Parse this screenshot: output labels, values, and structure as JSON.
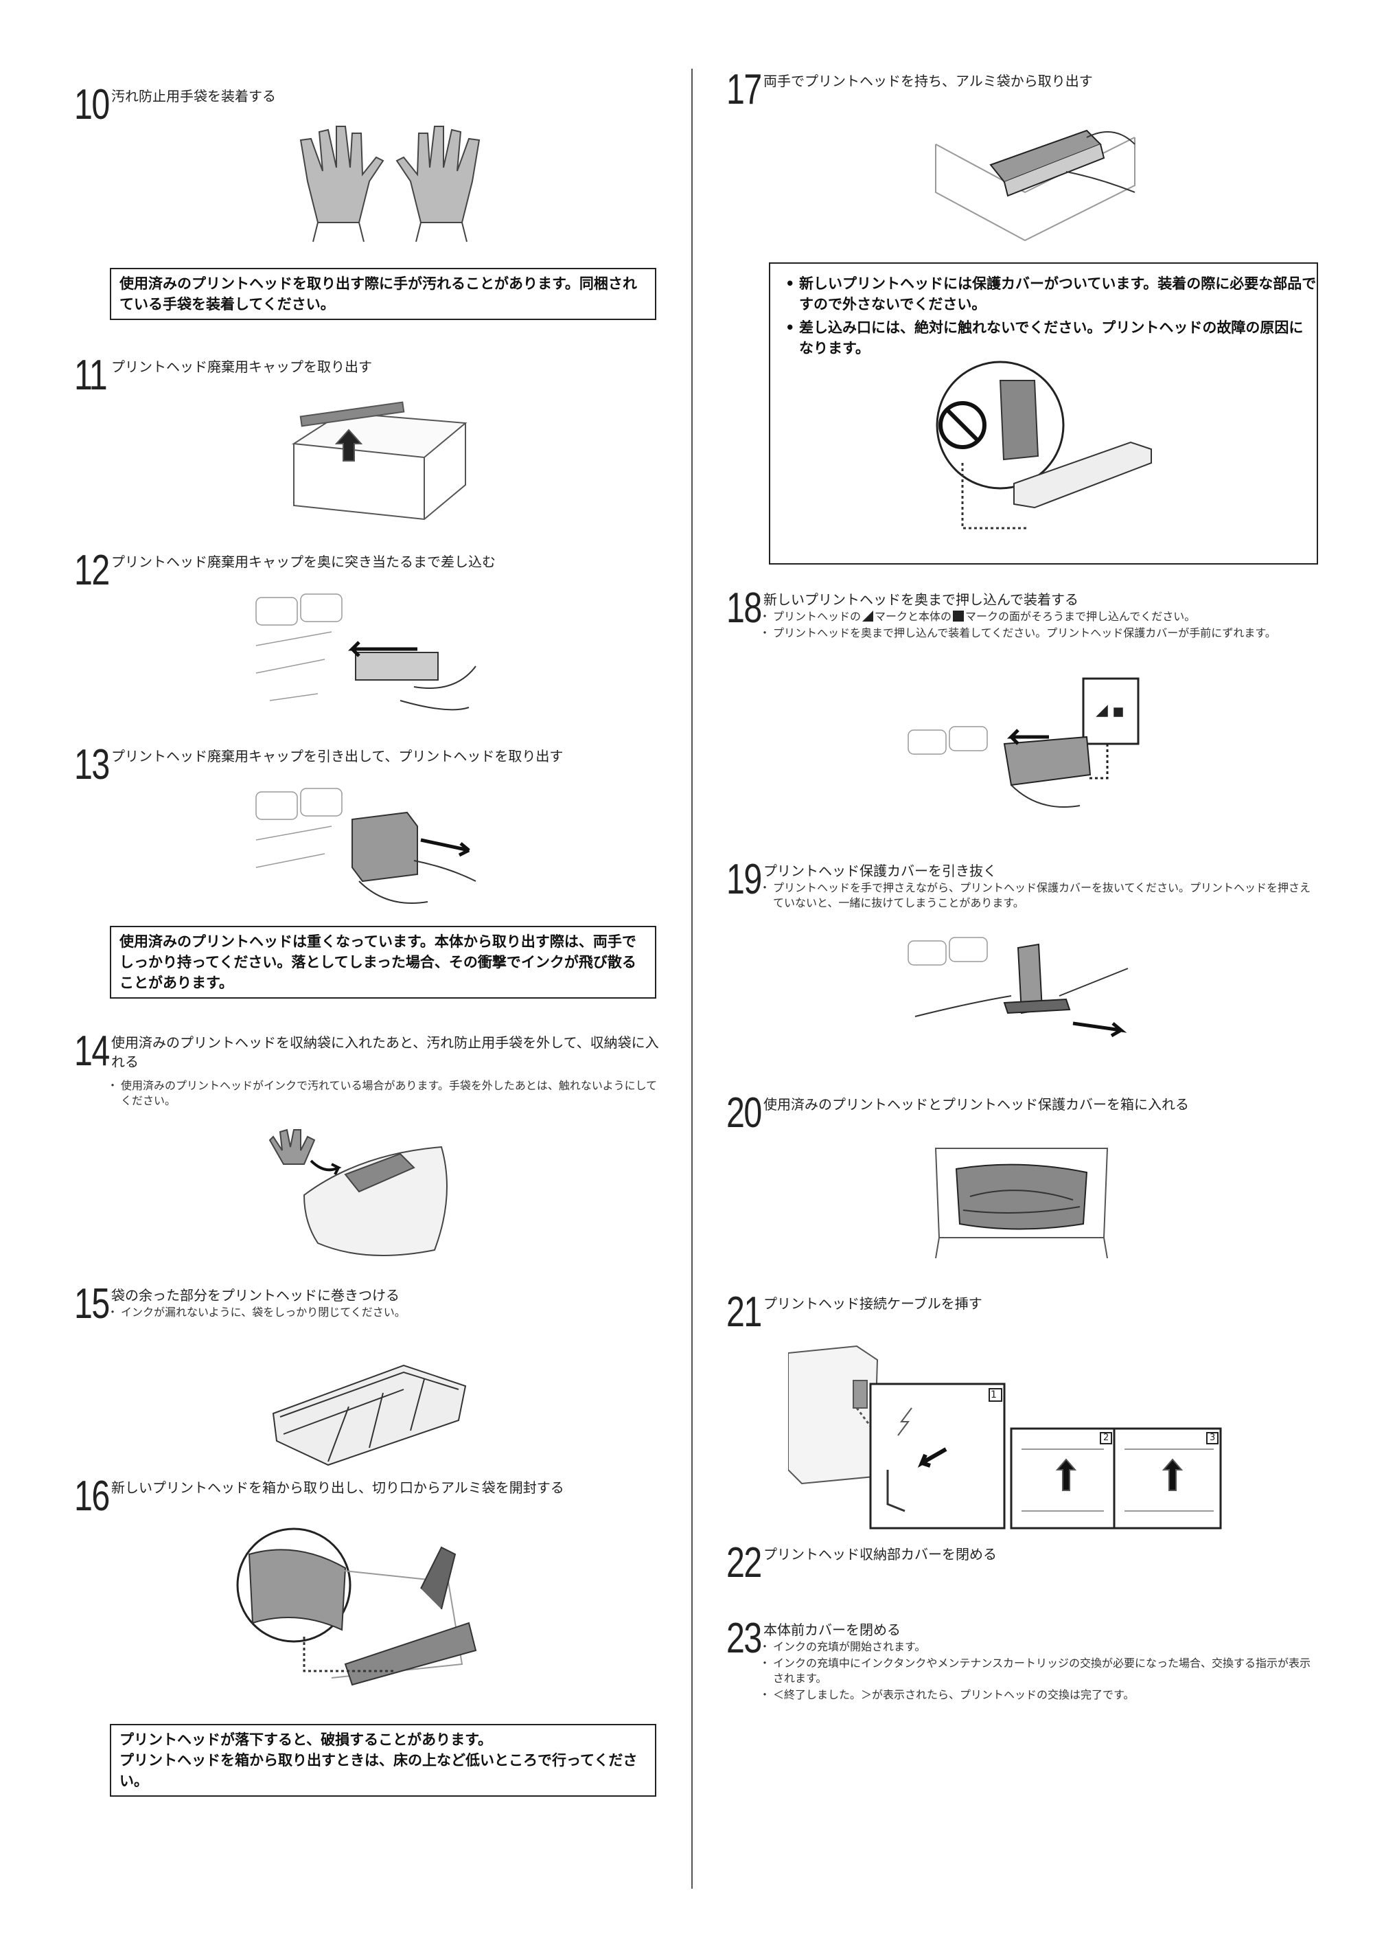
{
  "steps": {
    "s10": {
      "num": "10",
      "title": "汚れ防止用手袋を装着する",
      "warning": "使用済みのプリントヘッドを取り出す際に手が汚れることがあります。同梱されている手袋を装着してください。"
    },
    "s11": {
      "num": "11",
      "title": "プリントヘッド廃棄用キャップを取り出す"
    },
    "s12": {
      "num": "12",
      "title": "プリントヘッド廃棄用キャップを奥に突き当たるまで差し込む"
    },
    "s13": {
      "num": "13",
      "title": "プリントヘッド廃棄用キャップを引き出して、プリントヘッドを取り出す",
      "warning": "使用済みのプリントヘッドは重くなっています。本体から取り出す際は、両手でしっかり持ってください。落としてしまった場合、その衝撃でインクが飛び散ることがあります。"
    },
    "s14": {
      "num": "14",
      "title": "使用済みのプリントヘッドを収納袋に入れたあと、汚れ防止用手袋を外して、収納袋に入れる",
      "notes": [
        "使用済みのプリントヘッドがインクで汚れている場合があります。手袋を外したあとは、触れないようにしてください。"
      ]
    },
    "s15": {
      "num": "15",
      "title": "袋の余った部分をプリントヘッドに巻きつける",
      "notes": [
        "インクが漏れないように、袋をしっかり閉じてください。"
      ]
    },
    "s16": {
      "num": "16",
      "title": "新しいプリントヘッドを箱から取り出し、切り口からアルミ袋を開封する",
      "warning": "プリントヘッドが落下すると、破損することがあります。\nプリントヘッドを箱から取り出すときは、床の上など低いところで行ってください。"
    },
    "s17": {
      "num": "17",
      "title": "両手でプリントヘッドを持ち、アルミ袋から取り出す",
      "box_notes": [
        "新しいプリントヘッドには保護カバーがついています。装着の際に必要な部品ですので外さないでください。",
        "差し込み口には、絶対に触れないでください。プリントヘッドの故障の原因になります。"
      ]
    },
    "s18": {
      "num": "18",
      "title": "新しいプリントヘッドを奥まで押し込んで装着する",
      "note1_a": "プリントヘッドの",
      "note1_b": "マークと本体の",
      "note1_c": "マークの面がそろうまで押し込んでください。",
      "note2": "プリントヘッドを奥まで押し込んで装着してください。プリントヘッド保護カバーが手前にずれます。"
    },
    "s19": {
      "num": "19",
      "title": "プリントヘッド保護カバーを引き抜く",
      "notes": [
        "プリントヘッドを手で押さえながら、プリントヘッド保護カバーを抜いてください。プリントヘッドを押さえていないと、一緒に抜けてしまうことがあります。"
      ]
    },
    "s20": {
      "num": "20",
      "title": "使用済みのプリントヘッドとプリントヘッド保護カバーを箱に入れる"
    },
    "s21": {
      "num": "21",
      "title": "プリントヘッド接続ケーブルを挿す",
      "callouts": [
        "1",
        "2",
        "3"
      ]
    },
    "s22": {
      "num": "22",
      "title": "プリントヘッド収納部カバーを閉める"
    },
    "s23": {
      "num": "23",
      "title": "本体前カバーを閉める",
      "notes": [
        "インクの充填が開始されます。",
        "インクの充填中にインクタンクやメンテナンスカートリッジの交換が必要になった場合、交換する指示が表示されます。",
        "＜終了しました。＞が表示されたら、プリントヘッドの交換は完了です。"
      ]
    }
  }
}
